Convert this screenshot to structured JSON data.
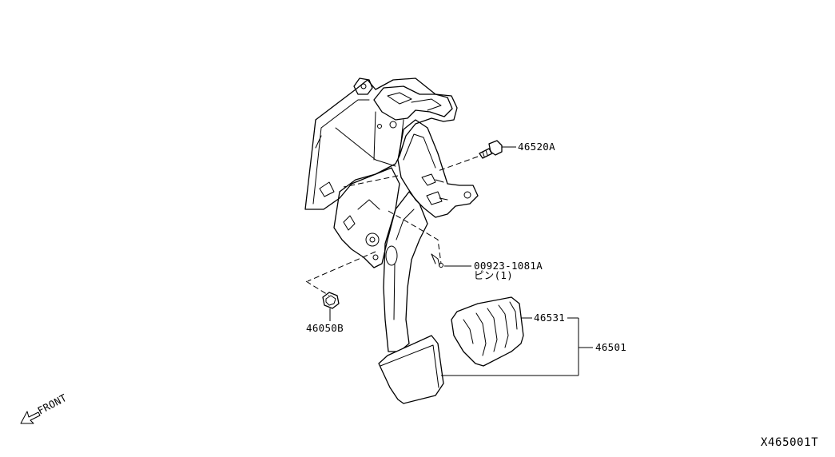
{
  "diagram": {
    "labels": {
      "p46520A": "46520A",
      "p00923": "00923-1081A",
      "p00923_note": "ピン(1)",
      "p46050B": "46050B",
      "p46531": "46531",
      "p46501": "46501",
      "front": "FRONT",
      "code": "X465001T"
    },
    "icons": {
      "front_arrow": "front-arrow-icon"
    }
  }
}
